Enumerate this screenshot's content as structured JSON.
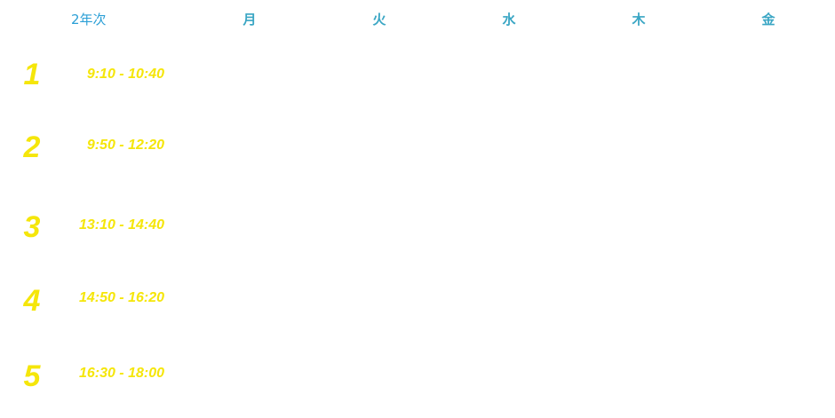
{
  "header": {
    "year": "2年次",
    "days": [
      "月",
      "火",
      "水",
      "木",
      "金"
    ]
  },
  "periods": [
    {
      "number": "1",
      "time": "9:10 - 10:40"
    },
    {
      "number": "2",
      "time": "9:50 - 12:20"
    },
    {
      "number": "3",
      "time": "13:10 - 14:40"
    },
    {
      "number": "4",
      "time": "14:50 - 16:20"
    },
    {
      "number": "5",
      "time": "16:30 - 18:00"
    }
  ],
  "colors": {
    "header_year": "#2b9fd6",
    "header_day": "#3aa6c4",
    "period": "#f5e60a",
    "background": "#ffffff"
  }
}
